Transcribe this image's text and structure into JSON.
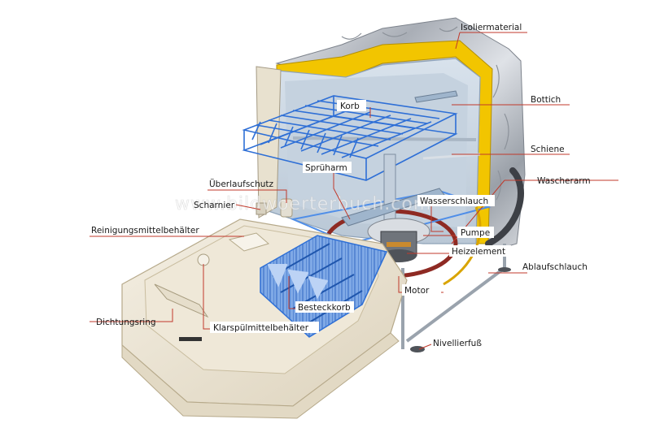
{
  "watermark": "www.bildwoerterbuch.com",
  "colors": {
    "leader": "#c0392b",
    "insulation": "#f2c500",
    "rack": "#2e6fd6",
    "tub": "#c9d6e3",
    "door": "#efe8d8"
  },
  "labels": {
    "isoliermaterial": "Isoliermaterial",
    "bottich": "Bottich",
    "korb": "Korb",
    "schiene": "Schiene",
    "wascherarm": "Wascherarm",
    "spruharm": "Sprüharm",
    "uberlaufschutz": "Überlaufschutz",
    "scharnier": "Scharnier",
    "wasserschlauch": "Wasserschlauch",
    "reinigungsmittelbehalter": "Reinigungsmittelbehälter",
    "pumpe": "Pumpe",
    "heizelement": "Heizelement",
    "ablaufschlauch": "Ablaufschlauch",
    "motor": "Motor",
    "besteckkorb": "Besteckkorb",
    "dichtungsring": "Dichtungsring",
    "klarspulmittelbehalter": "Klarspülmittelbehälter",
    "nivellierfuss": "Nivellierfuß"
  }
}
